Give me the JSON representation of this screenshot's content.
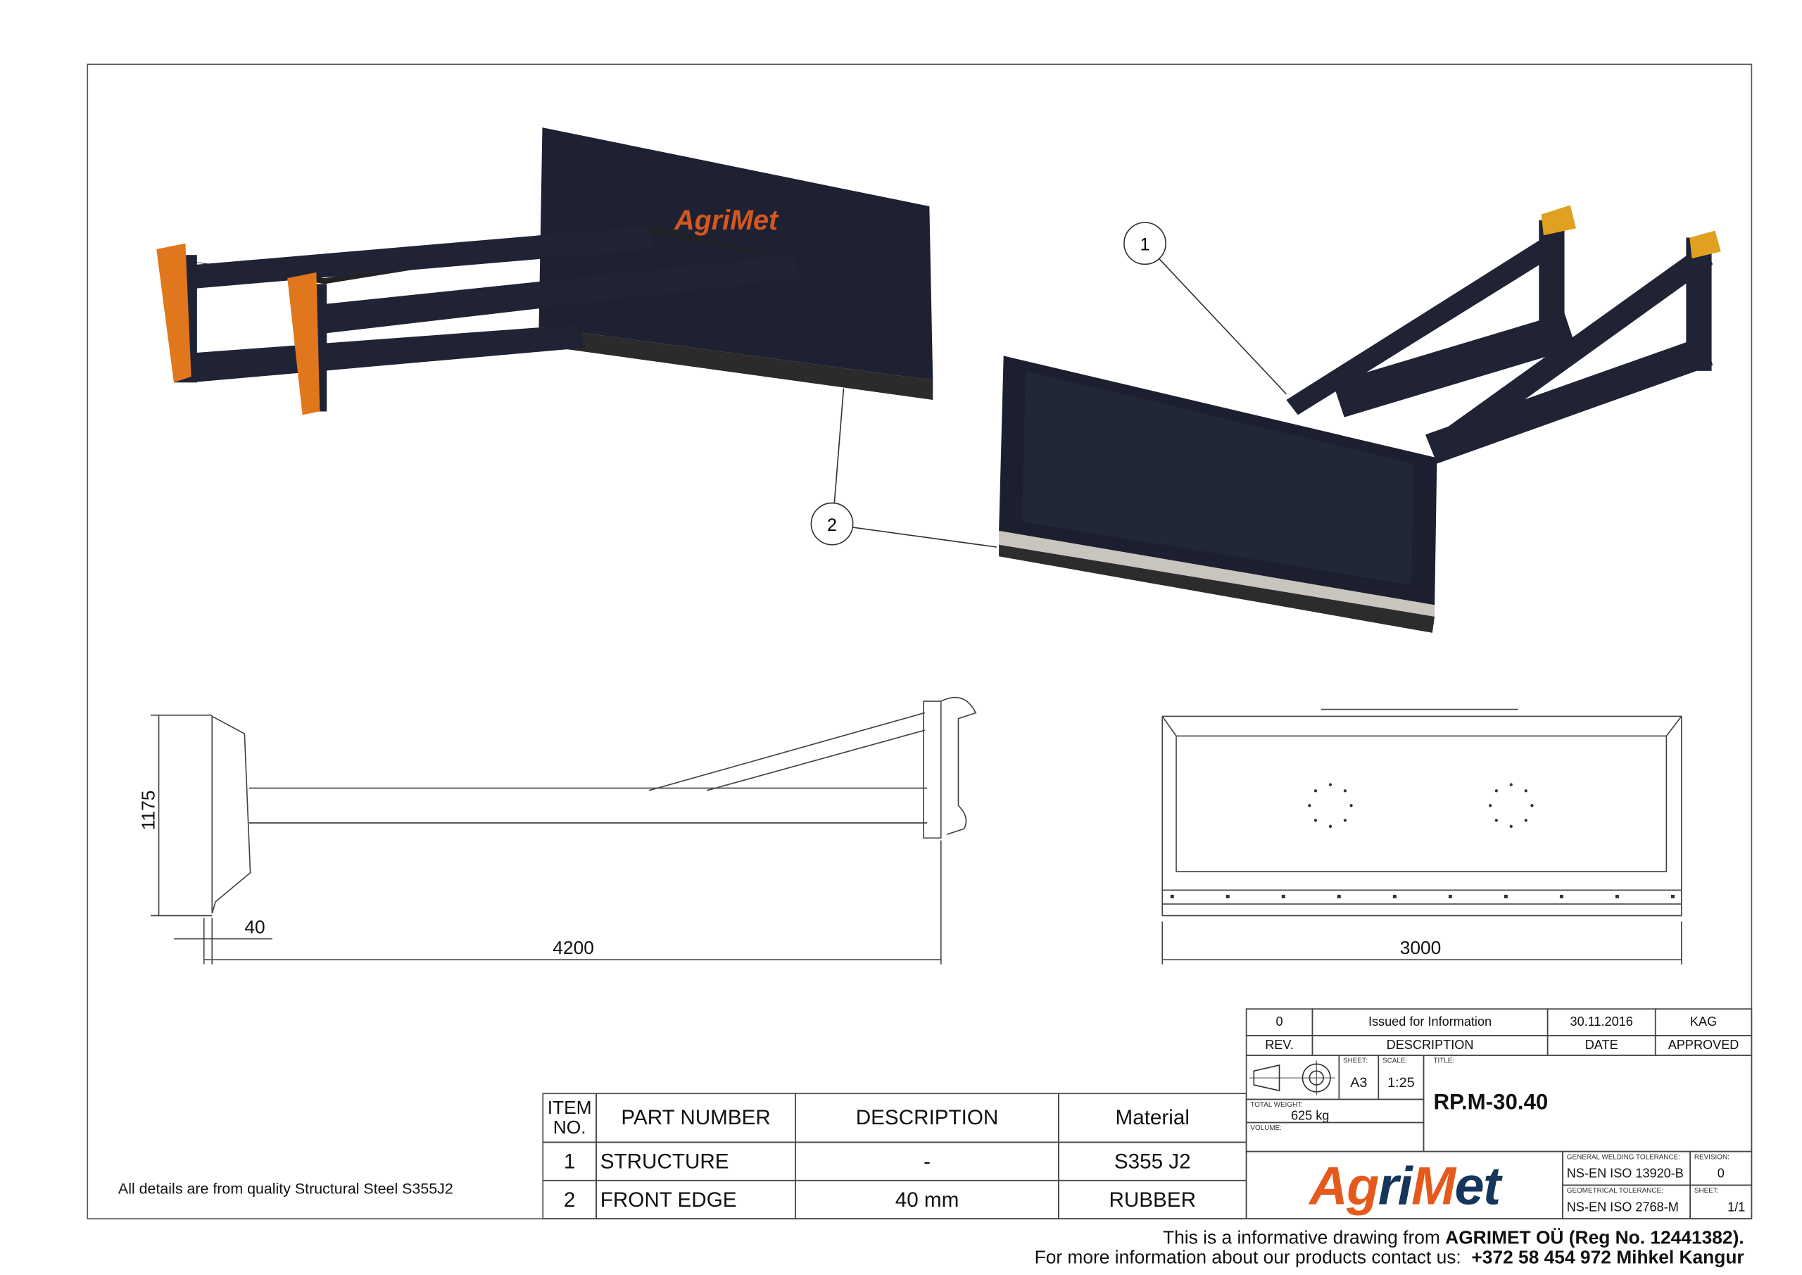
{
  "drawing": {
    "balloons": [
      "1",
      "2"
    ],
    "dimensions": {
      "height": "1175",
      "edge": "40",
      "length": "4200",
      "width": "3000"
    },
    "brand_on_blade": "AgriMet",
    "note": "All details are from quality Structural Steel S355J2"
  },
  "bom": {
    "headers": {
      "item": "ITEM NO.",
      "part": "PART NUMBER",
      "desc": "DESCRIPTION",
      "material": "Material"
    },
    "rows": [
      {
        "item": "1",
        "part": "STRUCTURE",
        "desc": "-",
        "material": "S355 J2"
      },
      {
        "item": "2",
        "part": "FRONT EDGE",
        "desc": "40 mm",
        "material": "RUBBER"
      }
    ]
  },
  "title_block": {
    "revision_row": {
      "rev": "0",
      "description": "Issued for Information",
      "date": "30.11.2016",
      "approved": "KAG"
    },
    "revision_header": {
      "rev": "REV.",
      "description": "DESCRIPTION",
      "date": "DATE",
      "approved": "APPROVED"
    },
    "sheet_label": "SHEET:",
    "sheet": "A3",
    "scale_label": "SCALE:",
    "scale": "1:25",
    "title_label": "TITLE:",
    "title": "RP.M-30.40",
    "weight_label": "TOTAL WEIGHT:",
    "weight": "625 kg",
    "volume_label": "VOLUME:",
    "logo": "AgriMet",
    "welding_label": "GENERAL WELDING TOLERANCE:",
    "welding": "NS-EN ISO 13920-B",
    "geometric_label": "GEOMETRICAL TOLERANCE:",
    "geometric": "NS-EN ISO 2768-M",
    "revision_label": "REVISION:",
    "revision": "0",
    "sheetno_label": "SHEET:",
    "sheetno": "1/1"
  },
  "footer": {
    "line1_prefix": "This is a informative drawing from ",
    "line1_bold": "AGRIMET OÜ (Reg No. 12441382)",
    "line1_suffix": ".",
    "line2_prefix": "For more information about our products contact us:  ",
    "line2_bold": "+372 58 454 972 Mihkel Kangur"
  },
  "colors": {
    "steel": "#1c2030",
    "orange": "#e0771c",
    "brand_orange": "#e55a1c",
    "brand_blue": "#15355a"
  }
}
